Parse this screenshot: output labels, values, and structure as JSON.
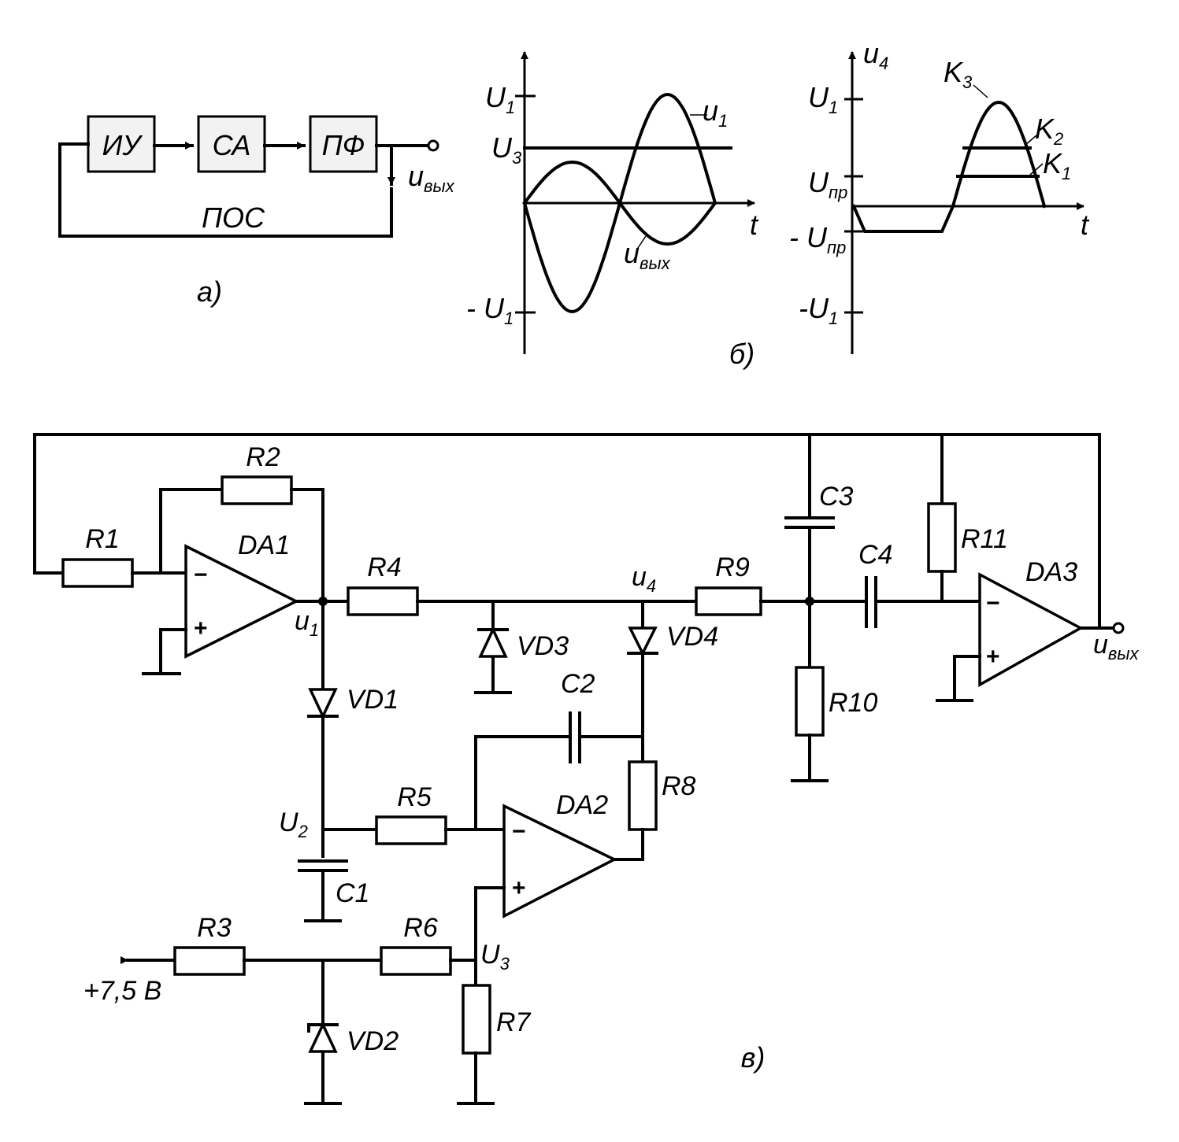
{
  "diagram_a": {
    "blocks": [
      "ИУ",
      "СА",
      "ПФ"
    ],
    "output_label": "u",
    "output_sub": "вых",
    "feedback_label": "ПОС",
    "caption": "а)"
  },
  "diagram_b": {
    "left_plot": {
      "y_labels": [
        {
          "main": "U",
          "sub": "1"
        },
        {
          "main": "U",
          "sub": "3"
        },
        {
          "main": "- U",
          "sub": "1"
        }
      ],
      "t_label": "t",
      "curve_labels": [
        {
          "main": "u",
          "sub": "1"
        },
        {
          "main": "u",
          "sub": "вых"
        }
      ]
    },
    "right_plot": {
      "axis_label": {
        "main": "u",
        "sub": "4"
      },
      "y_labels": [
        {
          "main": "U",
          "sub": "1"
        },
        {
          "main": "U",
          "sub": "пр"
        },
        {
          "main": "- U",
          "sub": "пр"
        },
        {
          "main": "-U",
          "sub": "1"
        }
      ],
      "t_label": "t",
      "level_labels": [
        {
          "main": "K",
          "sub": "3"
        },
        {
          "main": "K",
          "sub": "2"
        },
        {
          "main": "K",
          "sub": "1"
        }
      ]
    },
    "caption": "б)"
  },
  "diagram_c": {
    "components": [
      "R1",
      "R2",
      "DA1",
      "R4",
      "VD3",
      "VD4",
      "R9",
      "C3",
      "C4",
      "R11",
      "DA3",
      "R10",
      "VD1",
      "C2",
      "R8",
      "DA2",
      "R5",
      "C1",
      "R3",
      "R6",
      "R7",
      "VD2"
    ],
    "nodes": [
      {
        "main": "u",
        "sub": "1"
      },
      {
        "main": "u",
        "sub": "4"
      },
      {
        "main": "U",
        "sub": "2"
      },
      {
        "main": "U",
        "sub": "3"
      },
      {
        "main": "u",
        "sub": "вых"
      }
    ],
    "supply": "+7,5 В",
    "opamp_inputs": {
      "inverting": "−",
      "noninverting": "+"
    },
    "caption": "в)"
  }
}
